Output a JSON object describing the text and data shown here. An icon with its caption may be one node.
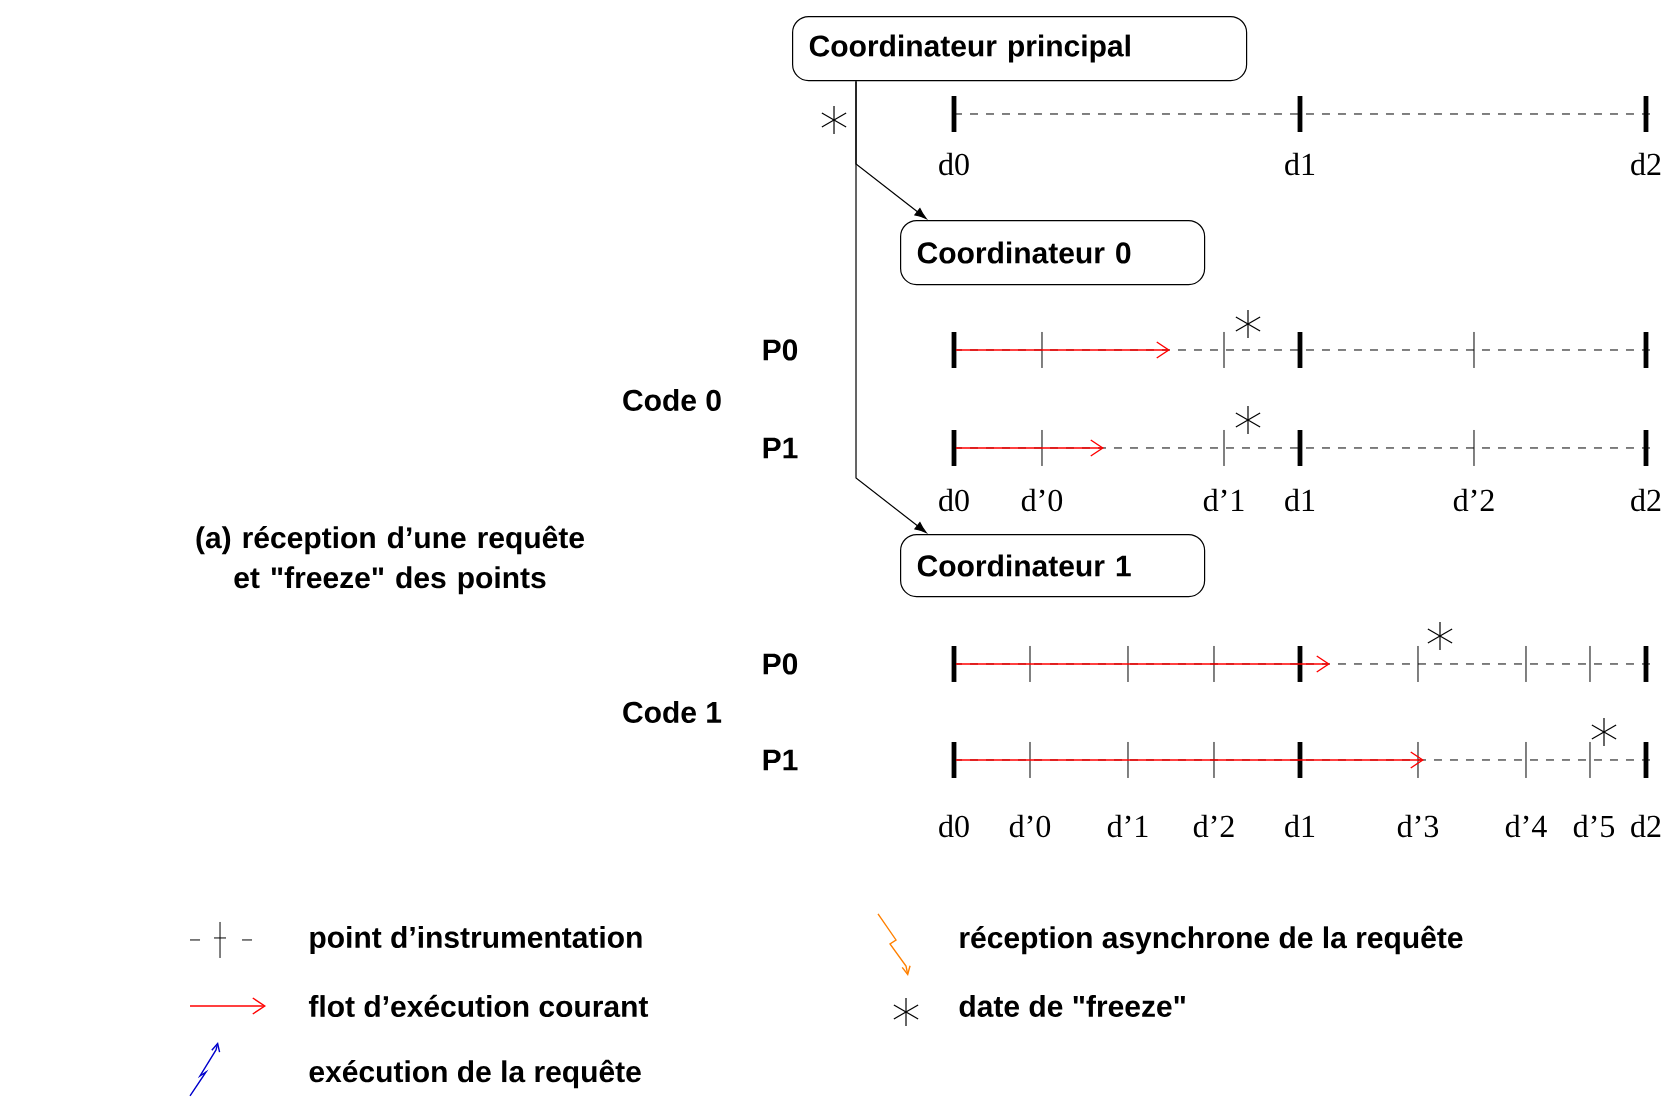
{
  "diagram": {
    "nodes": [
      {
        "text": [
          "Coordinateur principal"
        ]
      },
      {
        "text": [
          "Coordinateur 0"
        ]
      },
      {
        "text": [
          "Coordinateur 1"
        ]
      }
    ],
    "edges": [
      {
        "from": 0,
        "to": 1,
        "arrow": "to"
      },
      {
        "from": 0,
        "to": 2,
        "arrow": "to"
      }
    ],
    "labels": [
      "d0",
      "d1",
      "d2",
      "P0",
      "Code 0",
      "P1",
      "d0",
      "d’0",
      "d’1",
      "d1",
      "d’2",
      "d2",
      "(a) réception d’une requête et \"freeze\" des points",
      "P0",
      "Code 1",
      "P1",
      "d0",
      "d’0",
      "d’1",
      "d’2",
      "d1",
      "d’3",
      "d’4",
      "d’5",
      "d2"
    ],
    "legend": [
      {
        "text": "point d’instrumentation"
      },
      {
        "text": "réception asynchrone de la requête"
      },
      {
        "text": "flot d’exécution courant"
      },
      {
        "text": "date de \"freeze\""
      },
      {
        "text": "exécution de la requête"
      }
    ]
  }
}
